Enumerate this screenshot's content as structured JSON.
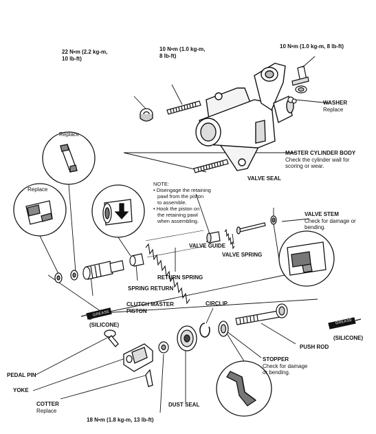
{
  "torque": {
    "nut_22_line1": "22 N•m (2.2 kg-m,",
    "nut_22_line2": "10 lb-ft)",
    "stud_10_line1": "10 N•m (1.0 kg-m,",
    "stud_10_line2": "8 lb-ft)",
    "bolt_10": "10 N•m (1.0 kg-m, 8 lb-ft)",
    "yoke_18": "18 N•m (1.8 kg-m, 13 lb-ft)"
  },
  "labels": {
    "washer": "WASHER",
    "washer_note": "Replace",
    "mc_body": "MASTER CYLINDER BODY",
    "mc_body_note1": "Check the cylinder wall for",
    "mc_body_note2": "scoring or wear.",
    "replace_top": "Replace",
    "replace_left": "Replace",
    "note_title": "NOTE:",
    "note_1a": "• Disengage the retaining",
    "note_1b": "pawl from the piston",
    "note_1c": "to assemble.",
    "note_2a": "• Hook the piston on",
    "note_2b": "the retaining pawl",
    "note_2c": "when assembling.",
    "valve_seal": "VALVE SEAL",
    "valve_stem": "VALVE STEM",
    "valve_stem_note1": "Check for damage or",
    "valve_stem_note2": "bending.",
    "valve_spring": "VALVE SPRING",
    "valve_guide": "VALVE GUIDE",
    "return_spring": "RETURN SPRING",
    "spring_return": "SPRING RETURN",
    "clutch_master_piston_1": "CLUTCH MASTER",
    "clutch_master_piston_2": "PISTON",
    "silicone_left": "(SILICONE)",
    "silicone_right": "(SILICONE)",
    "grease_left": "GREASE",
    "grease_right": "GREASE",
    "circlip": "CIRCLIP",
    "push_rod": "PUSH ROD",
    "stopper": "STOPPER",
    "stopper_note1": "Check for damage",
    "stopper_note2": "or bending.",
    "pedal_pin": "PEDAL PIN",
    "yoke": "YOKE",
    "cotter": "COTTER",
    "cotter_note": "Replace",
    "dust_seal": "DUST SEAL"
  }
}
